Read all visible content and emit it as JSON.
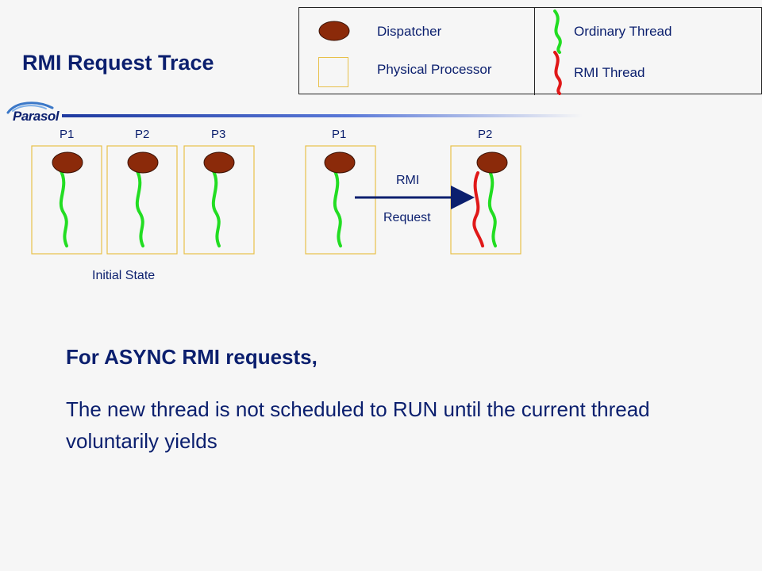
{
  "title": "RMI Request Trace",
  "logo": {
    "text": "Parasol"
  },
  "legend": {
    "dispatcher": "Dispatcher",
    "physical_processor": "Physical Processor",
    "ordinary_thread": "Ordinary Thread",
    "rmi_thread": "RMI Thread"
  },
  "diagram": {
    "initial_group": {
      "processors": [
        "P1",
        "P2",
        "P3"
      ],
      "caption": "Initial State"
    },
    "request_group": {
      "processors": [
        "P1",
        "P2"
      ],
      "arrow_label_top": "RMI",
      "arrow_label_bottom": "Request"
    }
  },
  "body": {
    "heading": "For ASYNC RMI requests,",
    "text": "The new thread is not scheduled to RUN until the current thread voluntarily yields"
  },
  "colors": {
    "dispatcher_fill": "#8b2a0a",
    "processor_border": "#e8c04a",
    "ordinary_thread": "#22dd22",
    "rmi_thread": "#e01818",
    "arrow": "#0b1f6e",
    "text": "#0b1f6e"
  }
}
